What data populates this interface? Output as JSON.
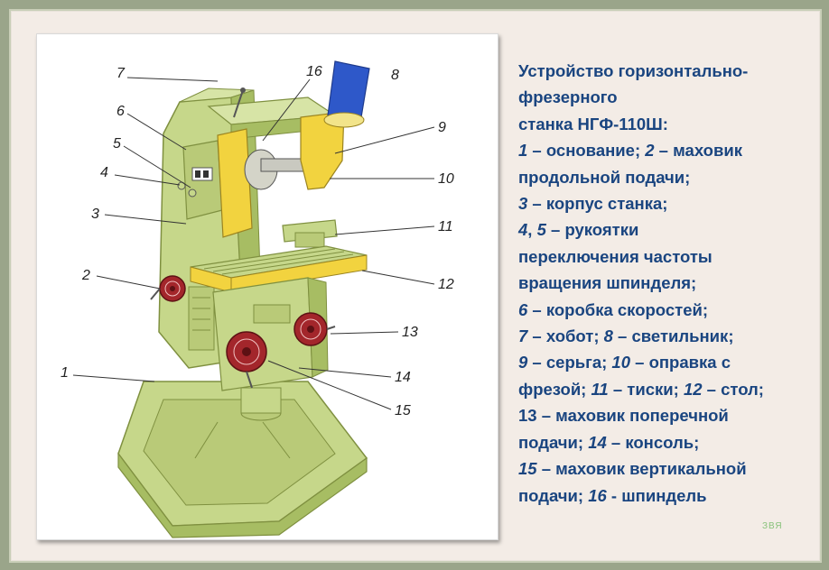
{
  "diagram": {
    "callouts": [
      "1",
      "2",
      "3",
      "4",
      "5",
      "6",
      "7",
      "8",
      "9",
      "10",
      "11",
      "12",
      "13",
      "14",
      "15",
      "16"
    ]
  },
  "caption": {
    "title_line1": "Устройство горизонтально-",
    "title_line2": "фрезерного",
    "title_line3": "станка НГФ-110Ш:",
    "lines": [
      [
        {
          "n": "1",
          "t": " – основание; "
        },
        {
          "n": "2",
          "t": " – маховик"
        }
      ],
      [
        {
          "n": "",
          "t": "продольной подачи;"
        }
      ],
      [
        {
          "n": "3",
          "t": " – корпус станка;"
        }
      ],
      [
        {
          "n": "4",
          "t": ", "
        },
        {
          "n": "5",
          "t": " – рукоятки"
        }
      ],
      [
        {
          "n": "",
          "t": "переключения частоты"
        }
      ],
      [
        {
          "n": "",
          "t": "вращения шпинделя;"
        }
      ],
      [
        {
          "n": "6",
          "t": " – коробка скоростей;"
        }
      ],
      [
        {
          "n": "7",
          "t": " – хобот; "
        },
        {
          "n": "8",
          "t": " – светильник;"
        }
      ],
      [
        {
          "n": "9",
          "t": " – серьга; "
        },
        {
          "n": "10",
          "t": " – оправка с"
        }
      ],
      [
        {
          "n": "",
          "t": "фрезой; "
        },
        {
          "n": "11",
          "t": " – тиски; "
        },
        {
          "n": "12",
          "t": " – стол;"
        }
      ],
      [
        {
          "n": "",
          "t": "13 – маховик поперечной"
        }
      ],
      [
        {
          "n": "",
          "t": "подачи; "
        },
        {
          "n": "14",
          "t": " – консоль;"
        }
      ],
      [
        {
          "n": "15",
          "t": " – маховик вертикальной"
        }
      ],
      [
        {
          "n": "",
          "t": "подачи; "
        },
        {
          "n": "16",
          "t": " - шпиндель"
        }
      ]
    ]
  },
  "signature": "ЗВЯ",
  "colors": {
    "background": "#9aa58a",
    "panel": "#f3ece6",
    "caption_text": "#1a4580",
    "machine_body": "#c6d78a",
    "machine_dark": "#a7bd63",
    "table_yellow": "#f2d33f",
    "lamp_blue": "#2e58c9",
    "handwheel_red": "#a3262b"
  }
}
